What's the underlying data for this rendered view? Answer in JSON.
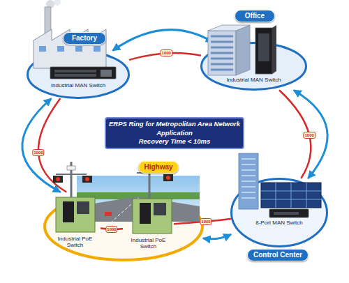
{
  "diagram": {
    "title": "ERPS Ring for Metropolitan Area Network Application",
    "nodes": [
      {
        "text": [
          "Factory",
          "Industrial MAN Switch"
        ]
      },
      {
        "text": [
          "Office",
          "Industrial MAN Switch"
        ]
      },
      {
        "text": [
          "Highway"
        ]
      },
      {
        "text": [
          "Industrial PoE Switch"
        ],
        "in": 2
      },
      {
        "text": [
          "Industrial PoE Switch"
        ],
        "in": 2
      },
      {
        "text": [
          "8-Port MAN Switch",
          "Control Center"
        ]
      }
    ],
    "edges": [
      {
        "from": 0,
        "to": 1,
        "label": "1000",
        "arrow": "none"
      },
      {
        "from": 1,
        "to": 5,
        "label": "1000",
        "arrow": "none"
      },
      {
        "from": 5,
        "to": 4,
        "label": "1000",
        "arrow": "none"
      },
      {
        "from": 3,
        "to": 4,
        "label": "1000",
        "arrow": "none"
      },
      {
        "from": 2,
        "to": 0,
        "label": "1000",
        "arrow": "none"
      },
      {
        "from": 0,
        "to": 1,
        "arrow": "both"
      },
      {
        "from": 1,
        "to": 5,
        "arrow": "both"
      },
      {
        "from": 5,
        "to": 2,
        "arrow": "both"
      },
      {
        "from": 2,
        "to": 0,
        "arrow": "both"
      }
    ],
    "labels": [
      "Recovery Time < 10ms"
    ]
  }
}
